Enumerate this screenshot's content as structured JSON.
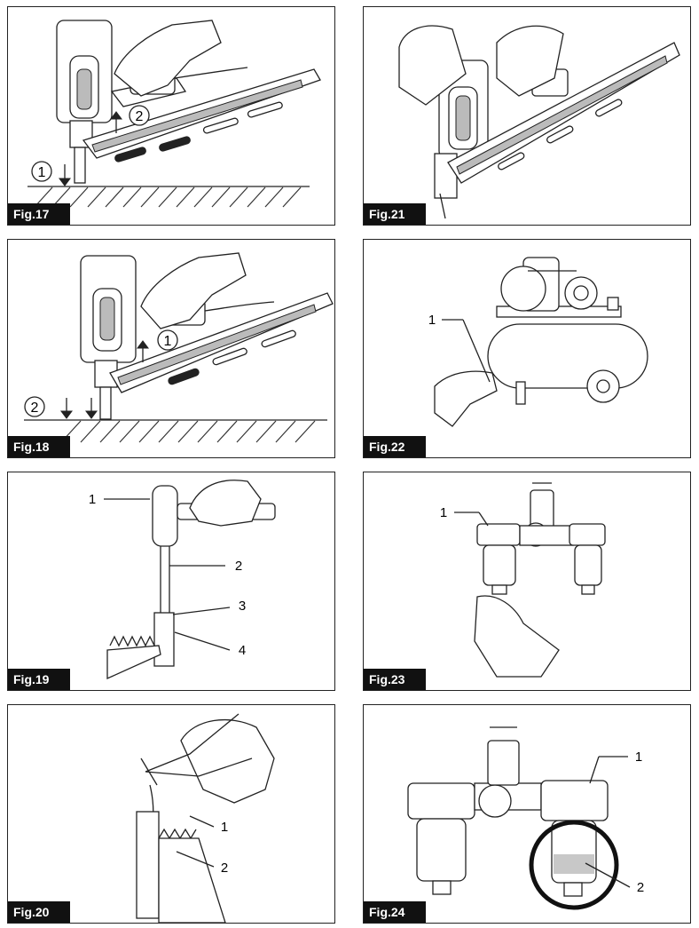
{
  "figures": [
    {
      "id": "fig17",
      "label": "Fig.17",
      "callouts": [
        "1",
        "2"
      ]
    },
    {
      "id": "fig21",
      "label": "Fig.21",
      "callouts": []
    },
    {
      "id": "fig18",
      "label": "Fig.18",
      "callouts": [
        "1",
        "2"
      ]
    },
    {
      "id": "fig22",
      "label": "Fig.22",
      "callouts": [
        "1"
      ]
    },
    {
      "id": "fig19",
      "label": "Fig.19",
      "callouts": [
        "1",
        "2",
        "3",
        "4"
      ]
    },
    {
      "id": "fig23",
      "label": "Fig.23",
      "callouts": [
        "1"
      ]
    },
    {
      "id": "fig20",
      "label": "Fig.20",
      "callouts": [
        "1",
        "2"
      ]
    },
    {
      "id": "fig24",
      "label": "Fig.24",
      "callouts": [
        "1",
        "2"
      ]
    }
  ]
}
